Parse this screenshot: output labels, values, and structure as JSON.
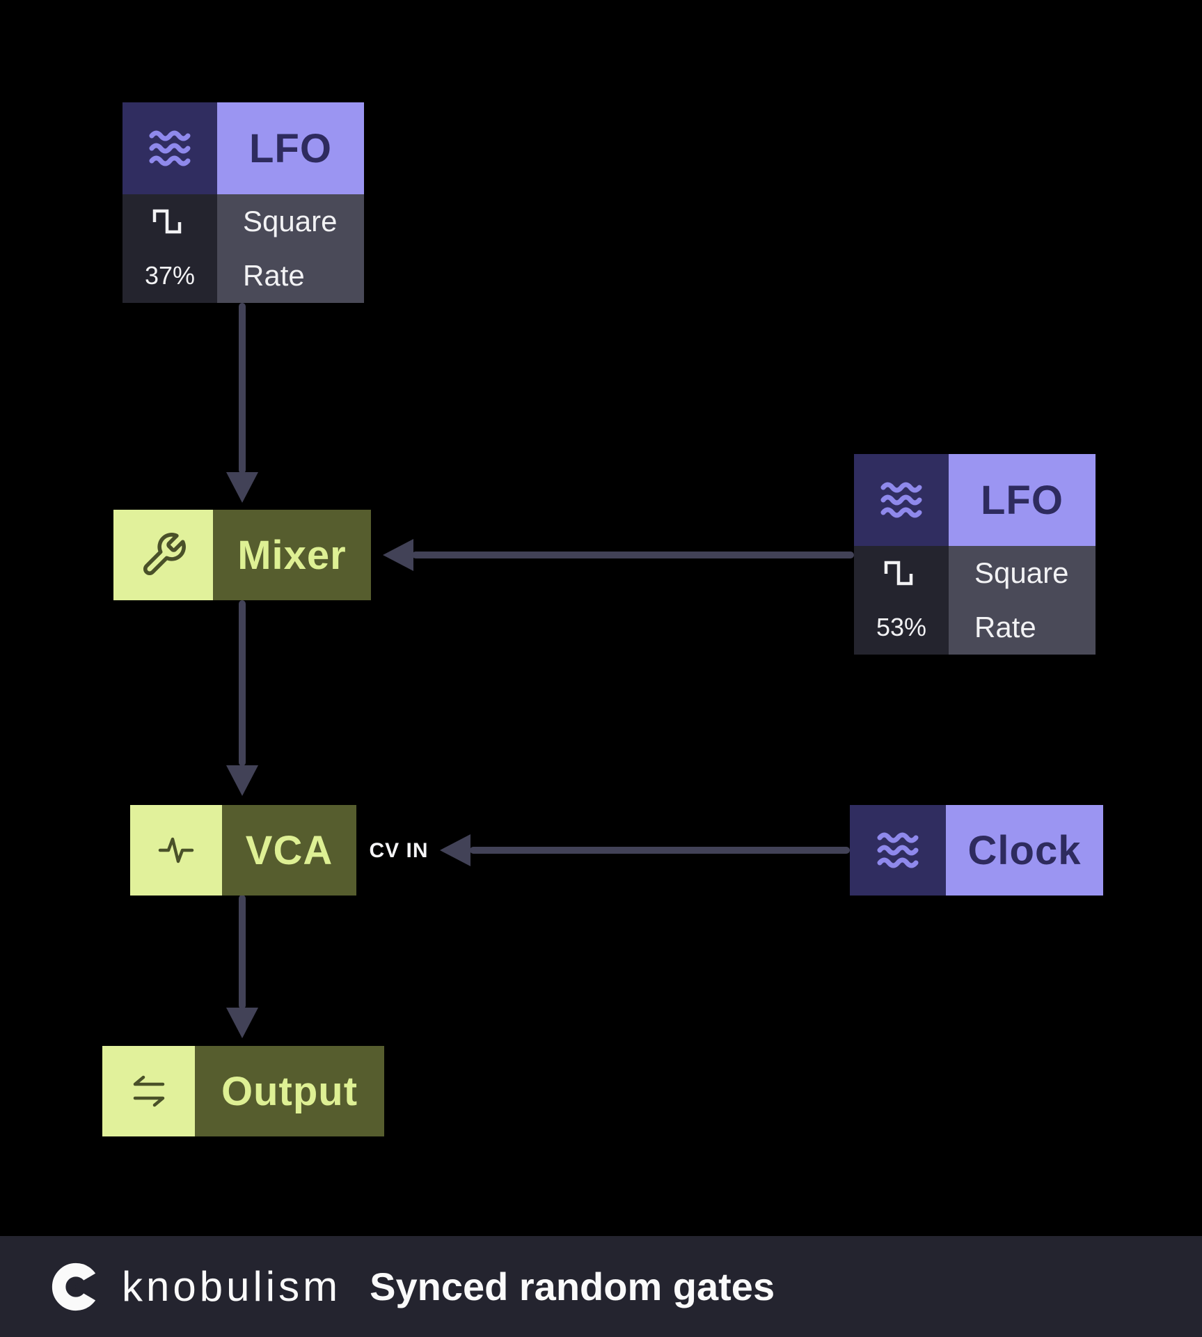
{
  "diagram": {
    "nodes": {
      "lfo1": {
        "title": "LFO",
        "waveform": "Square",
        "rate_label": "Rate",
        "rate_value": "37%",
        "icon": "waves-icon",
        "waveform_icon": "square-wave-icon"
      },
      "lfo2": {
        "title": "LFO",
        "waveform": "Square",
        "rate_label": "Rate",
        "rate_value": "53%",
        "icon": "waves-icon",
        "waveform_icon": "square-wave-icon"
      },
      "mixer": {
        "title": "Mixer",
        "icon": "wrench-icon"
      },
      "vca": {
        "title": "VCA",
        "cv_in_label": "CV IN",
        "icon": "pulse-icon"
      },
      "clock": {
        "title": "Clock",
        "icon": "waves-icon"
      },
      "output": {
        "title": "Output",
        "icon": "transfer-icon"
      }
    },
    "connections": [
      "lfo1 -> mixer",
      "lfo2 -> mixer",
      "mixer -> vca",
      "clock -> vca CV IN",
      "vca -> output"
    ],
    "colors": {
      "background": "#000000",
      "indigo_dark": "#302d60",
      "purple_light": "#9b95f2",
      "purple_icon_stroke": "#8f89ec",
      "indigo_text": "#2e2b5e",
      "dark_cell": "#24242e",
      "mid_cell": "#4a4a58",
      "lime_light": "#e1f19b",
      "olive": "#565d2e",
      "olive_icon_stroke": "#4a5129",
      "lime_text": "#def094",
      "arrow": "#424257",
      "footer_bg": "#24242f",
      "text_light": "#f2f2f4"
    }
  },
  "footer": {
    "brand": "knobulism",
    "caption": "Synced random gates"
  }
}
